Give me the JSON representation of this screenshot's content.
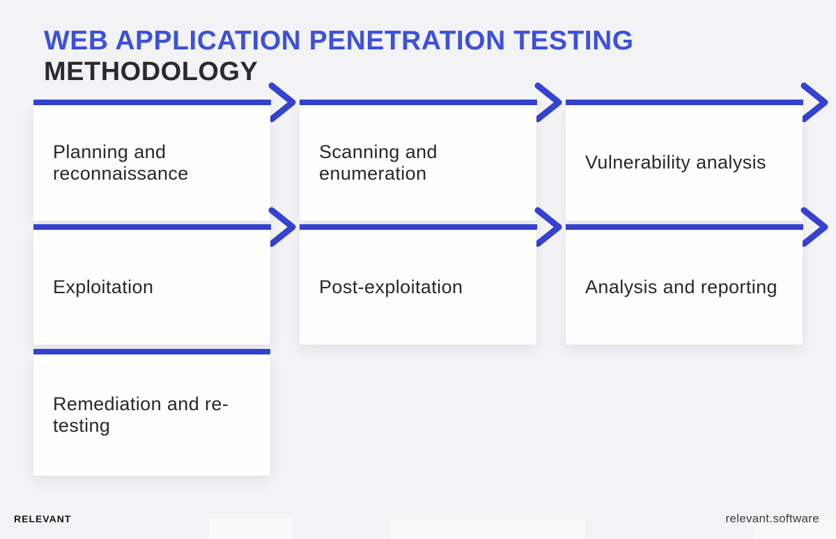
{
  "title": {
    "line1": "WEB APPLICATION PENETRATION TESTING",
    "line2": "METHODOLOGY"
  },
  "stages": [
    {
      "label": "Planning and reconnaissance"
    },
    {
      "label": "Scanning and enumeration"
    },
    {
      "label": "Vulnerability analysis"
    },
    {
      "label": "Exploitation"
    },
    {
      "label": "Post-exploitation"
    },
    {
      "label": "Analysis and reporting"
    },
    {
      "label": "Remediation and re-testing"
    }
  ],
  "footer": {
    "brand": "RELEVANT",
    "site": "relevant.software"
  },
  "colors": {
    "accent_blue": "#3443d0",
    "title_blue": "#3c51da",
    "text_dark": "#27272c",
    "background": "#f3f3f5",
    "card": "#fefefe"
  }
}
